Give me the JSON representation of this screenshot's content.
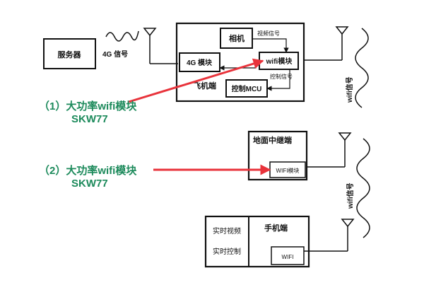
{
  "diagram": {
    "server": "服务器",
    "label_4g_signal": "4G 信号",
    "camera": "相机",
    "video_signal": "视频信号",
    "module_4g": "4G 模块",
    "wifi_module_air": "wifi模块",
    "control_signal": "控制信号",
    "air_end": "飞机端",
    "control_mcu": "控制MCU",
    "ground_relay": "地面中继端",
    "wifi_module_ground": "WIFI模块",
    "realtime_video": "实时视频",
    "realtime_control": "实时控制",
    "phone_end": "手机端",
    "wifi_phone": "WIFI",
    "wifi_signal_top": "wifi信号",
    "wifi_signal_bottom": "wifi信号",
    "callout_1_line1": "（1）大功率wifi模块",
    "callout_1_line2": "SKW77",
    "callout_2_line1": "（2）大功率wifi模块",
    "callout_2_line2": "SKW77",
    "colors": {
      "arrow_red": "#e8333b",
      "callout_green": "#1c8a5b",
      "line": "#111111"
    }
  }
}
